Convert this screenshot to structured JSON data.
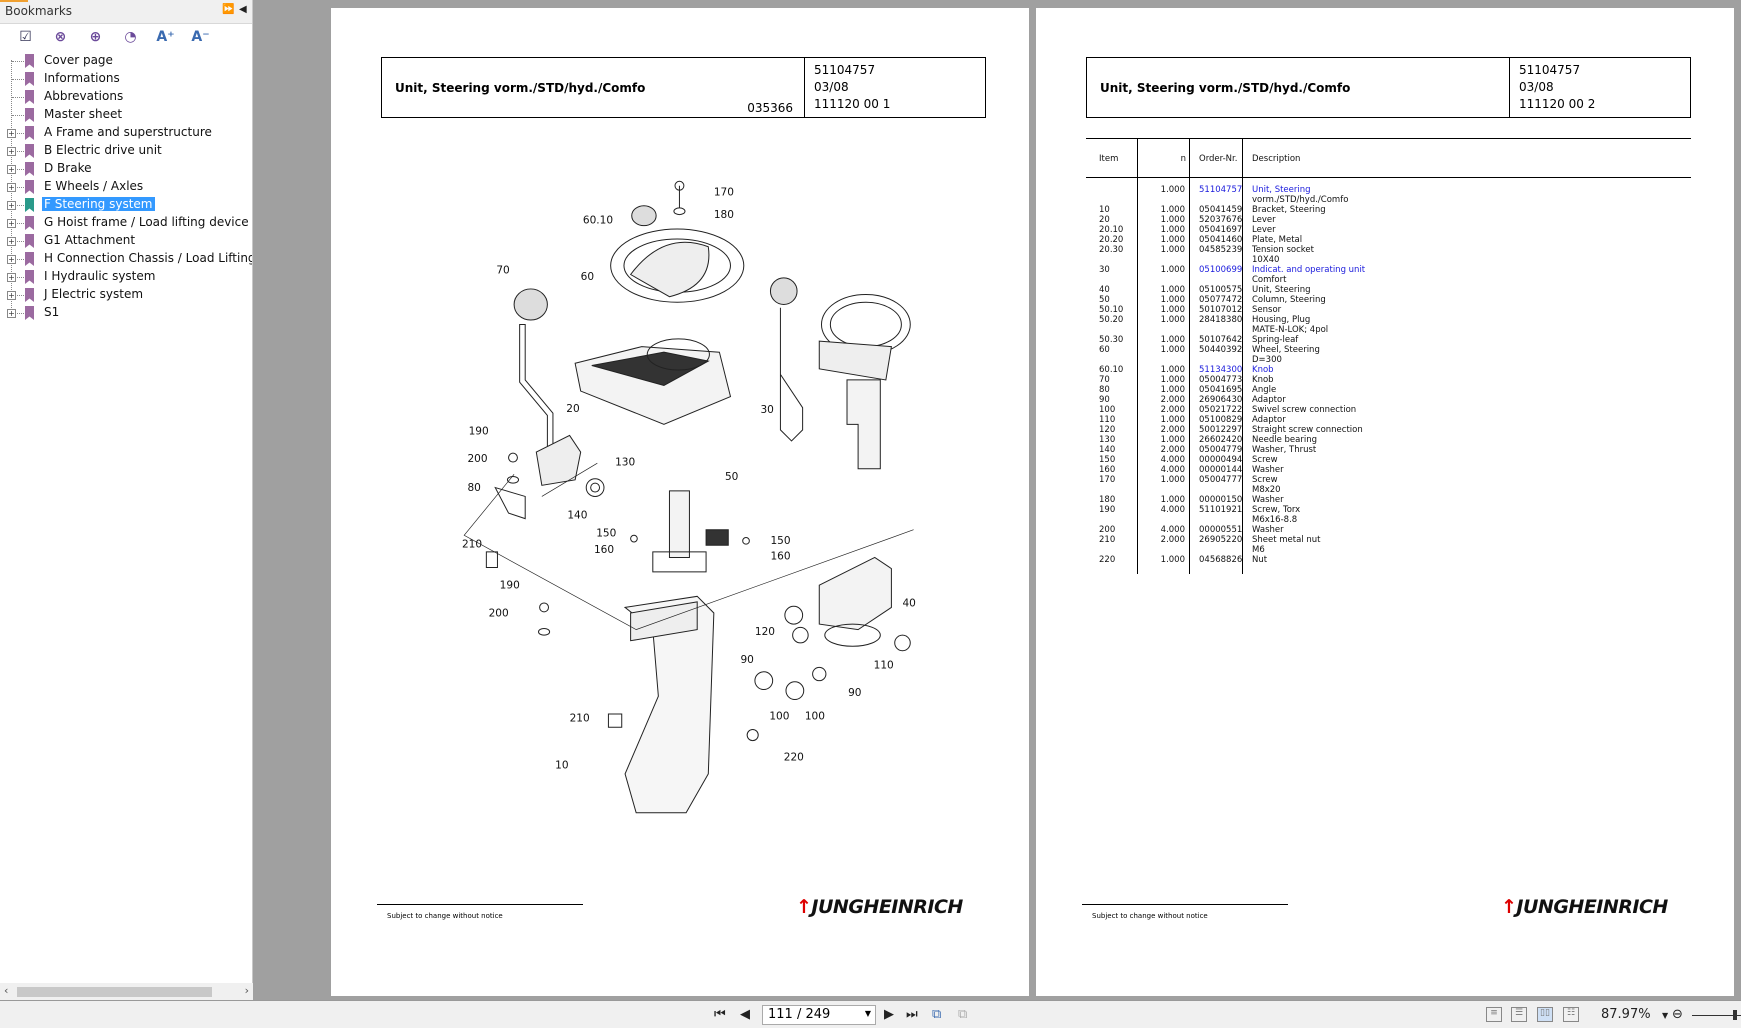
{
  "sidebar": {
    "title": "Bookmarks",
    "tools": [
      "expand-all-icon",
      "delete-bookmark-icon",
      "add-bookmark-icon",
      "goto-bookmark-icon",
      "font-larger-icon",
      "font-smaller-icon"
    ],
    "items": [
      {
        "label": "Cover page",
        "expandable": false
      },
      {
        "label": "Informations",
        "expandable": false
      },
      {
        "label": "Abbrevations",
        "expandable": false
      },
      {
        "label": "Master sheet",
        "expandable": false
      },
      {
        "label": "A Frame and superstructure",
        "expandable": true
      },
      {
        "label": "B Electric drive unit",
        "expandable": true
      },
      {
        "label": "D Brake",
        "expandable": true
      },
      {
        "label": "E Wheels / Axles",
        "expandable": true
      },
      {
        "label": "F Steering system",
        "expandable": true,
        "selected": true
      },
      {
        "label": "G Hoist frame / Load lifting device",
        "expandable": true
      },
      {
        "label": "G1 Attachment",
        "expandable": true
      },
      {
        "label": "H Connection Chassis / Load Lifting Device",
        "expandable": true
      },
      {
        "label": "I Hydraulic system",
        "expandable": true
      },
      {
        "label": "J Electric system",
        "expandable": true
      },
      {
        "label": "S1",
        "expandable": true
      }
    ]
  },
  "left_page": {
    "title": "Unit, Steering vorm./STD/hyd./Comfo",
    "drawing_no": "035366",
    "part_no": "51104757",
    "date": "03/08",
    "sheet": "111120 00 1",
    "footer": "Subject to change without notice",
    "logo": "JUNGHEINRICH",
    "callouts": [
      "170",
      "180",
      "60.10",
      "70",
      "60",
      "20",
      "30",
      "190",
      "200",
      "130",
      "80",
      "50",
      "140",
      "150",
      "160",
      "150",
      "160",
      "210",
      "190",
      "200",
      "40",
      "120",
      "110",
      "90",
      "90",
      "100",
      "100",
      "210",
      "220",
      "10"
    ]
  },
  "right_page": {
    "title": "Unit, Steering vorm./STD/hyd./Comfo",
    "part_no": "51104757",
    "date": "03/08",
    "sheet": "111120 00 2",
    "footer": "Subject to change without notice",
    "logo": "JUNGHEINRICH",
    "columns": [
      "Item",
      "n",
      "Order-Nr.",
      "Description"
    ],
    "rows": [
      {
        "item": "",
        "n": "1.000",
        "order": "51104757",
        "desc": [
          "Unit, Steering",
          "vorm./STD/hyd./Comfo"
        ],
        "link": true
      },
      {
        "item": "10",
        "n": "1.000",
        "order": "05041459",
        "desc": [
          "Bracket, Steering"
        ]
      },
      {
        "item": "20",
        "n": "1.000",
        "order": "52037676",
        "desc": [
          "Lever"
        ]
      },
      {
        "item": "20.10",
        "n": "1.000",
        "order": "05041697",
        "desc": [
          "Lever"
        ]
      },
      {
        "item": "20.20",
        "n": "1.000",
        "order": "05041460",
        "desc": [
          "Plate, Metal"
        ]
      },
      {
        "item": "20.30",
        "n": "1.000",
        "order": "04585239",
        "desc": [
          "Tension socket",
          "10X40"
        ]
      },
      {
        "item": "30",
        "n": "1.000",
        "order": "05100699",
        "desc": [
          "Indicat. and operating unit",
          "Comfort"
        ],
        "link": true
      },
      {
        "item": "40",
        "n": "1.000",
        "order": "05100575",
        "desc": [
          "Unit, Steering"
        ]
      },
      {
        "item": "50",
        "n": "1.000",
        "order": "05077472",
        "desc": [
          "Column, Steering"
        ]
      },
      {
        "item": "50.10",
        "n": "1.000",
        "order": "50107012",
        "desc": [
          "Sensor"
        ]
      },
      {
        "item": "50.20",
        "n": "1.000",
        "order": "28418380",
        "desc": [
          "Housing, Plug",
          "MATE-N-LOK; 4pol"
        ]
      },
      {
        "item": "50.30",
        "n": "1.000",
        "order": "50107642",
        "desc": [
          "Spring-leaf"
        ]
      },
      {
        "item": "60",
        "n": "1.000",
        "order": "50440392",
        "desc": [
          "Wheel, Steering",
          "D=300"
        ]
      },
      {
        "item": "60.10",
        "n": "1.000",
        "order": "51134300",
        "desc": [
          "Knob"
        ],
        "link": true
      },
      {
        "item": "70",
        "n": "1.000",
        "order": "05004773",
        "desc": [
          "Knob"
        ]
      },
      {
        "item": "80",
        "n": "1.000",
        "order": "05041695",
        "desc": [
          "Angle"
        ]
      },
      {
        "item": "90",
        "n": "2.000",
        "order": "26906430",
        "desc": [
          "Adaptor"
        ]
      },
      {
        "item": "100",
        "n": "2.000",
        "order": "05021722",
        "desc": [
          "Swivel screw connection"
        ]
      },
      {
        "item": "110",
        "n": "1.000",
        "order": "05100829",
        "desc": [
          "Adaptor"
        ]
      },
      {
        "item": "120",
        "n": "2.000",
        "order": "50012297",
        "desc": [
          "Straight screw connection"
        ]
      },
      {
        "item": "130",
        "n": "1.000",
        "order": "26602420",
        "desc": [
          "Needle bearing"
        ]
      },
      {
        "item": "140",
        "n": "2.000",
        "order": "05004779",
        "desc": [
          "Washer, Thrust"
        ]
      },
      {
        "item": "150",
        "n": "4.000",
        "order": "00000494",
        "desc": [
          "Screw"
        ]
      },
      {
        "item": "160",
        "n": "4.000",
        "order": "00000144",
        "desc": [
          "Washer"
        ]
      },
      {
        "item": "170",
        "n": "1.000",
        "order": "05004777",
        "desc": [
          "Screw",
          "M8x20"
        ]
      },
      {
        "item": "180",
        "n": "1.000",
        "order": "00000150",
        "desc": [
          "Washer"
        ]
      },
      {
        "item": "190",
        "n": "4.000",
        "order": "51101921",
        "desc": [
          "Screw, Torx",
          "M6x16-8.8"
        ]
      },
      {
        "item": "200",
        "n": "4.000",
        "order": "00000551",
        "desc": [
          "Washer"
        ]
      },
      {
        "item": "210",
        "n": "2.000",
        "order": "26905220",
        "desc": [
          "Sheet metal nut",
          "M6"
        ]
      },
      {
        "item": "220",
        "n": "1.000",
        "order": "04568826",
        "desc": [
          "Nut"
        ]
      }
    ]
  },
  "bottombar": {
    "page_value": "111 / 249",
    "zoom": "87.97%"
  },
  "colors": {
    "link": "#1a1adc",
    "selection": "#3399ff",
    "bookmark": "#9b6aa0",
    "logo_accent": "#dd0000"
  }
}
